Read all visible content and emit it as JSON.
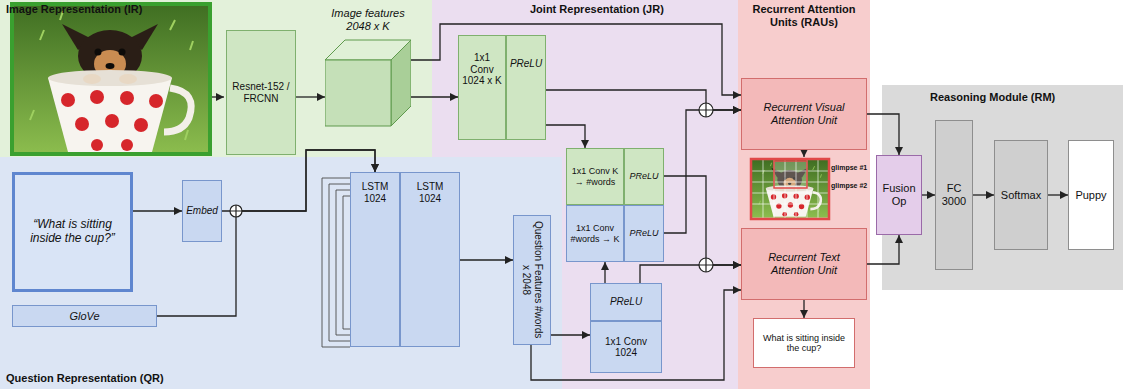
{
  "diagram": {
    "nodes": [
      {
        "text": [
          "Image Representation (IR)"
        ]
      },
      {
        "text": [
          "Resnet-152 / FRCNN"
        ],
        "in": 0
      },
      {
        "text": [
          "Image features 2048 x K"
        ],
        "in": 0
      },
      {
        "text": [
          "Joint Representation (JR)"
        ]
      },
      {
        "text": [
          "1x1 Conv 1024 x K"
        ],
        "in": 3
      },
      {
        "text": [
          "PReLU"
        ],
        "in": 3
      },
      {
        "text": [
          "1x1 Conv K → #words"
        ],
        "in": 3
      },
      {
        "text": [
          "PReLU"
        ],
        "in": 3
      },
      {
        "text": [
          "1x1 Conv #words → K"
        ],
        "in": 3
      },
      {
        "text": [
          "PReLU"
        ],
        "in": 3
      },
      {
        "text": [
          "PReLU"
        ],
        "in": 3
      },
      {
        "text": [
          "1x1 Conv 1024"
        ],
        "in": 3
      },
      {
        "text": [
          "Recurrent Attention Units (RAUs)"
        ]
      },
      {
        "text": [
          "Recurrent Visual Attention Unit"
        ],
        "in": 12
      },
      {
        "text": [
          "Recurrent Text Attention Unit"
        ],
        "in": 12
      },
      {
        "text": [
          "What is sitting inside the cup?"
        ],
        "in": 12
      },
      {
        "text": [
          "Fusion Op"
        ]
      },
      {
        "text": [
          "Reasoning Module (RM)"
        ]
      },
      {
        "text": [
          "FC 3000"
        ],
        "in": 17
      },
      {
        "text": [
          "Softmax"
        ],
        "in": 17
      },
      {
        "text": [
          "Puppy"
        ],
        "in": 17
      },
      {
        "text": [
          "Question Representation (QR)"
        ]
      },
      {
        "text": [
          "“What is sitting inside the cup?”"
        ],
        "in": 21
      },
      {
        "text": [
          "Embed"
        ],
        "in": 21
      },
      {
        "text": [
          "GloVe"
        ],
        "in": 21
      },
      {
        "text": [
          "LSTM 1024"
        ],
        "in": 21
      },
      {
        "text": [
          "LSTM 1024"
        ],
        "in": 21
      },
      {
        "text": [
          "Question Features #words x 2048"
        ],
        "in": 21
      }
    ],
    "edges": [
      {
        "from": 22,
        "to": 23,
        "arrow": "to"
      },
      {
        "from": 23,
        "to": 25,
        "arrow": "to"
      },
      {
        "from": 24,
        "to": 25,
        "arrow": "to"
      },
      {
        "from": 26,
        "to": 27,
        "arrow": "to"
      },
      {
        "from": 27,
        "to": 11,
        "arrow": "to"
      },
      {
        "from": 27,
        "to": 14,
        "arrow": "to"
      },
      {
        "from": 1,
        "to": 2,
        "arrow": "to"
      },
      {
        "from": 2,
        "to": 4,
        "arrow": "to"
      },
      {
        "from": 2,
        "to": 13,
        "arrow": "to"
      },
      {
        "from": 5,
        "to": 13,
        "arrow": "to"
      },
      {
        "from": 5,
        "to": 6,
        "arrow": "to"
      },
      {
        "from": 9,
        "to": 13,
        "arrow": "to"
      },
      {
        "from": 7,
        "to": 14,
        "arrow": "to"
      },
      {
        "from": 10,
        "to": 14,
        "arrow": "to"
      },
      {
        "from": 10,
        "to": 8,
        "arrow": "to"
      },
      {
        "from": 13,
        "to": 16,
        "arrow": "to"
      },
      {
        "from": 14,
        "to": 16,
        "arrow": "to"
      },
      {
        "from": 14,
        "to": 15,
        "arrow": "to"
      },
      {
        "from": 16,
        "to": 18,
        "arrow": "to"
      },
      {
        "from": 18,
        "to": 19,
        "arrow": "to"
      },
      {
        "from": 19,
        "to": 20,
        "arrow": "to"
      }
    ],
    "labels": [
      "glimpse #1",
      "glimpse #2"
    ]
  }
}
